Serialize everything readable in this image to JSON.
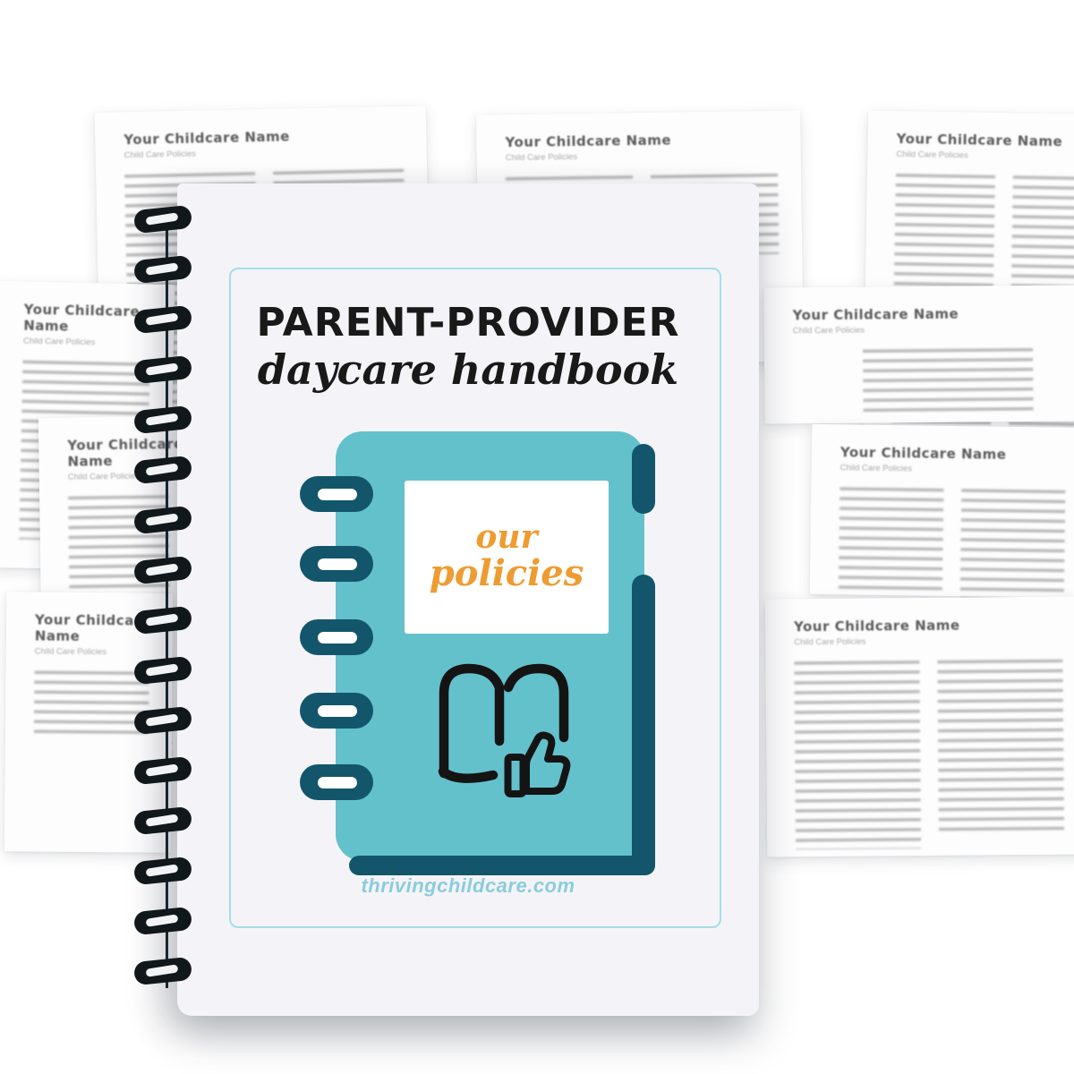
{
  "background_page": {
    "title": "Your Childcare Name",
    "subtitle": "Child Care Policies"
  },
  "cover": {
    "title_line1": "PARENT-PROVIDER",
    "title_line2": "daycare handbook",
    "notebook_label_line1": "our",
    "notebook_label_line2": "policies",
    "website": "thrivingchildcare.com"
  },
  "icons": {
    "spiral-binding-icon": "black wire-o coils, left edge",
    "notebook-rings-icon": "dark teal pills with white slots",
    "open-book-icon": "black stroke open book",
    "thumbs-up-icon": "black stroke thumbs up"
  },
  "colors": {
    "notebook_teal": "#63c1cc",
    "notebook_dark_teal": "#13566c",
    "label_orange": "#ee9c31",
    "cover_border_teal": "#a5dde8",
    "website_teal": "#8accdd",
    "title_black": "#191919",
    "cover_white": "#f4f4f8"
  }
}
